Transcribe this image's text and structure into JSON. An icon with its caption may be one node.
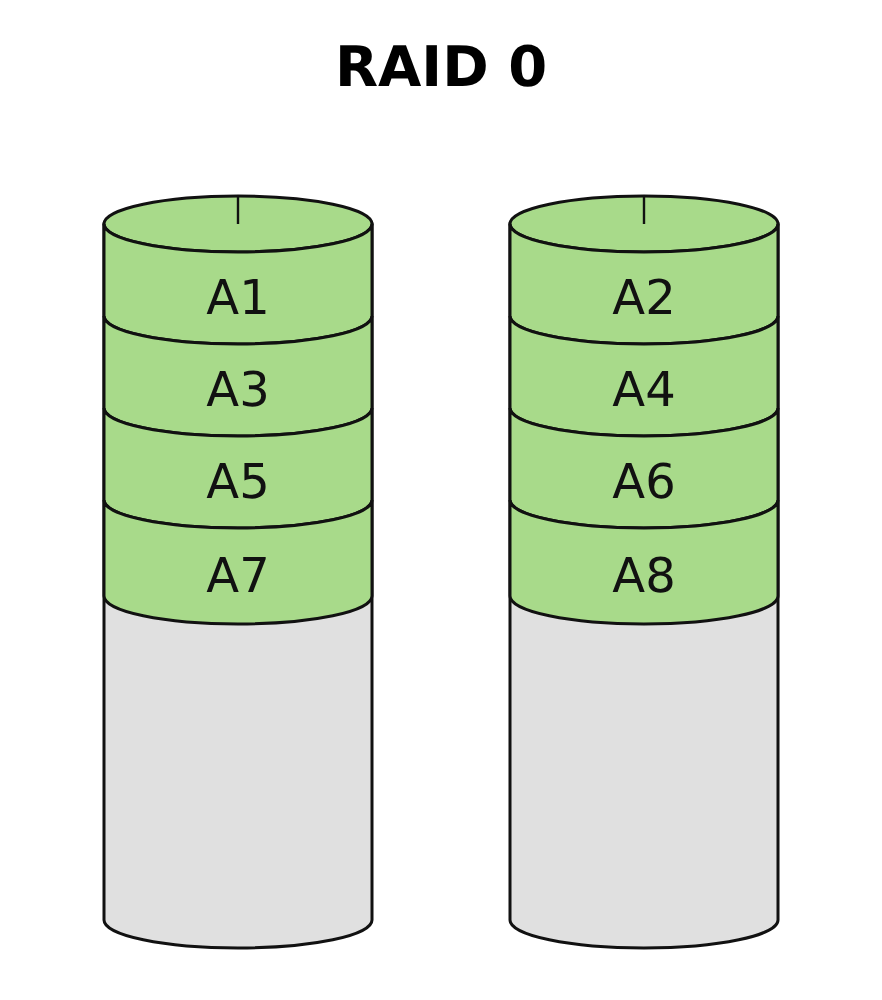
{
  "diagram": {
    "title": "RAID 0",
    "nodes": [
      {
        "text": [],
        "shape": "cylinder"
      },
      {
        "text": [
          "A1"
        ],
        "in": 0
      },
      {
        "text": [
          "A3"
        ],
        "in": 0
      },
      {
        "text": [
          "A5"
        ],
        "in": 0
      },
      {
        "text": [
          "A7"
        ],
        "in": 0
      },
      {
        "text": [],
        "shape": "cylinder"
      },
      {
        "text": [
          "A2"
        ],
        "in": 5
      },
      {
        "text": [
          "A4"
        ],
        "in": 5
      },
      {
        "text": [
          "A6"
        ],
        "in": 5
      },
      {
        "text": [
          "A8"
        ],
        "in": 5
      }
    ]
  }
}
